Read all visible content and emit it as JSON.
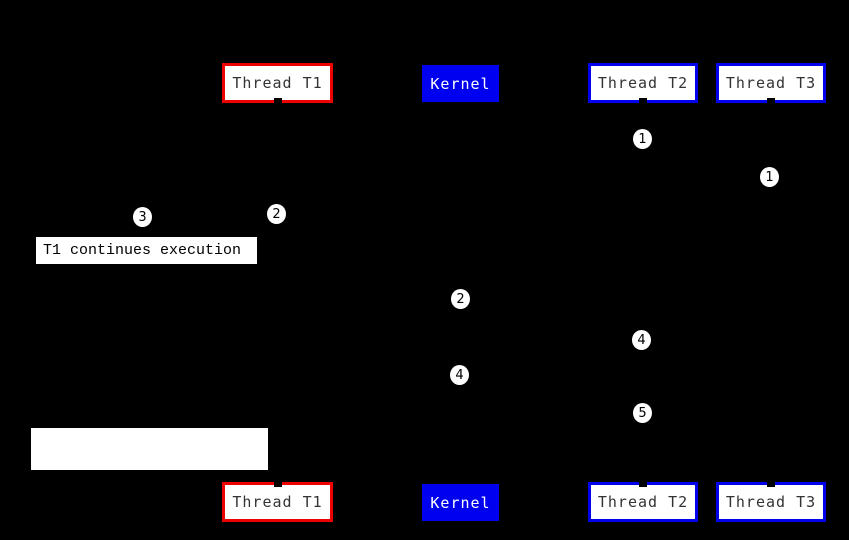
{
  "rows": {
    "top": {
      "boxes": [
        {
          "label": "Thread T1"
        },
        {
          "label": "Kernel"
        },
        {
          "label": "Thread T2"
        },
        {
          "label": "Thread T3"
        }
      ]
    },
    "bottom": {
      "boxes": [
        {
          "label": "Thread T1"
        },
        {
          "label": "Kernel"
        },
        {
          "label": "Thread T2"
        },
        {
          "label": "Thread T3"
        }
      ]
    }
  },
  "markers": [
    {
      "n": "1"
    },
    {
      "n": "1"
    },
    {
      "n": "2"
    },
    {
      "n": "3"
    },
    {
      "n": "2"
    },
    {
      "n": "4"
    },
    {
      "n": "4"
    },
    {
      "n": "5"
    }
  ],
  "annotation": {
    "text": "T1 continues execution"
  },
  "blank_box": {
    "text": ""
  },
  "colors": {
    "background": "#000000",
    "t1_border_red": "#ee0000",
    "thread_border_blue": "#0000ee",
    "kernel_fill_blue": "#0000f0",
    "box_fill": "#ffffff",
    "box_text": "#333333",
    "kernel_text": "#ffffff",
    "marker_fill": "#ffffff",
    "marker_text": "#000000"
  }
}
